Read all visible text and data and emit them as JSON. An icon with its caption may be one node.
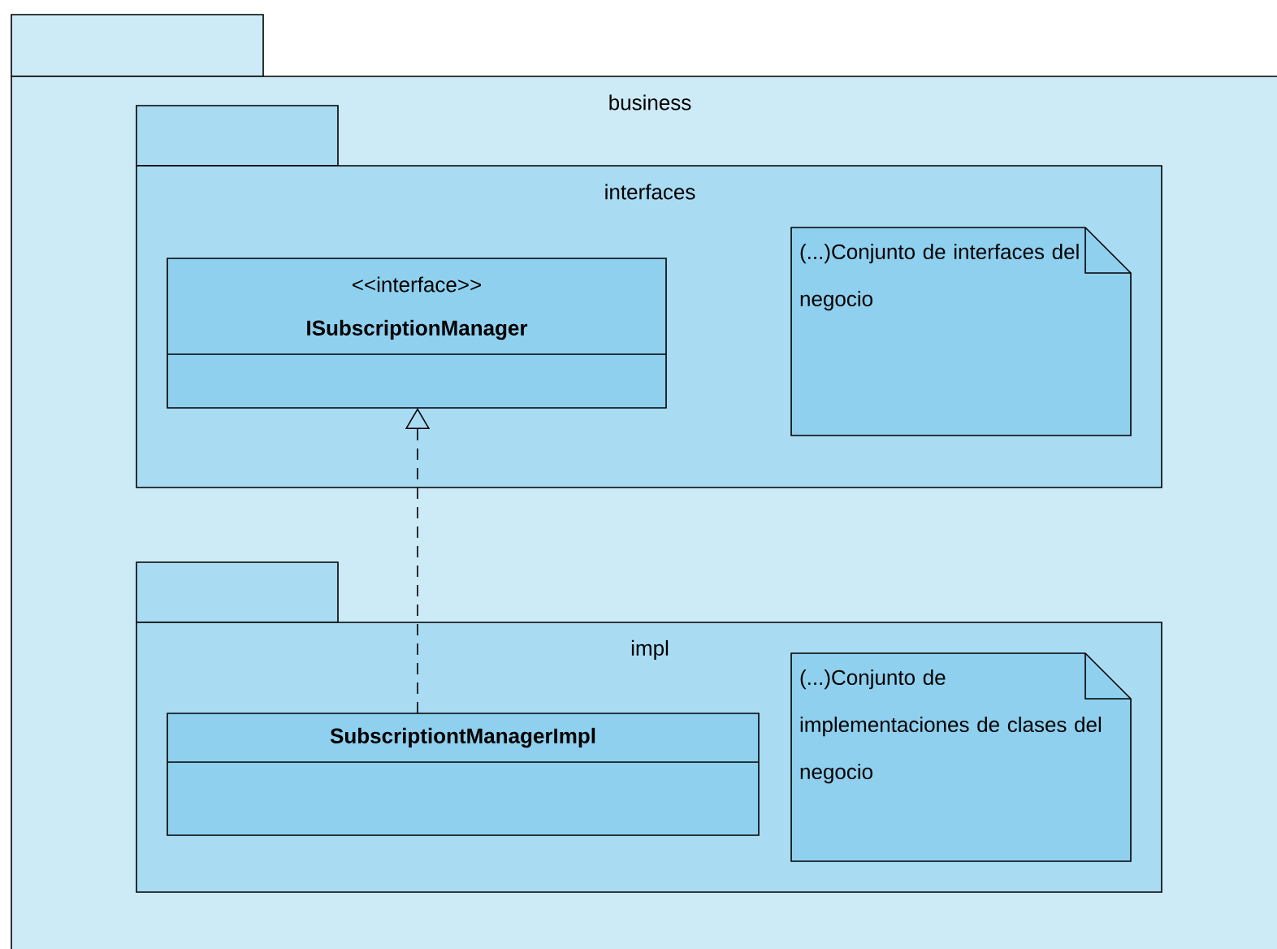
{
  "diagram": {
    "nodes": [
      {
        "text": [
          "business"
        ]
      },
      {
        "text": [
          "interfaces"
        ],
        "in": 0
      },
      {
        "text": [
          "<<interface>>",
          "ISubscriptionManager"
        ],
        "in": 1
      },
      {
        "text": [
          "(...)Conjunto de interfaces del negocio"
        ],
        "in": 1
      },
      {
        "text": [
          "impl"
        ],
        "in": 0
      },
      {
        "text": [
          "SubscriptiontManagerImpl"
        ],
        "in": 4
      },
      {
        "text": [
          "(...)Conjunto de implementaciones de clases del negocio"
        ],
        "in": 4
      }
    ],
    "edges": [
      {
        "from": 5,
        "to": 2,
        "arrow": "to",
        "style": "dashed"
      }
    ]
  }
}
